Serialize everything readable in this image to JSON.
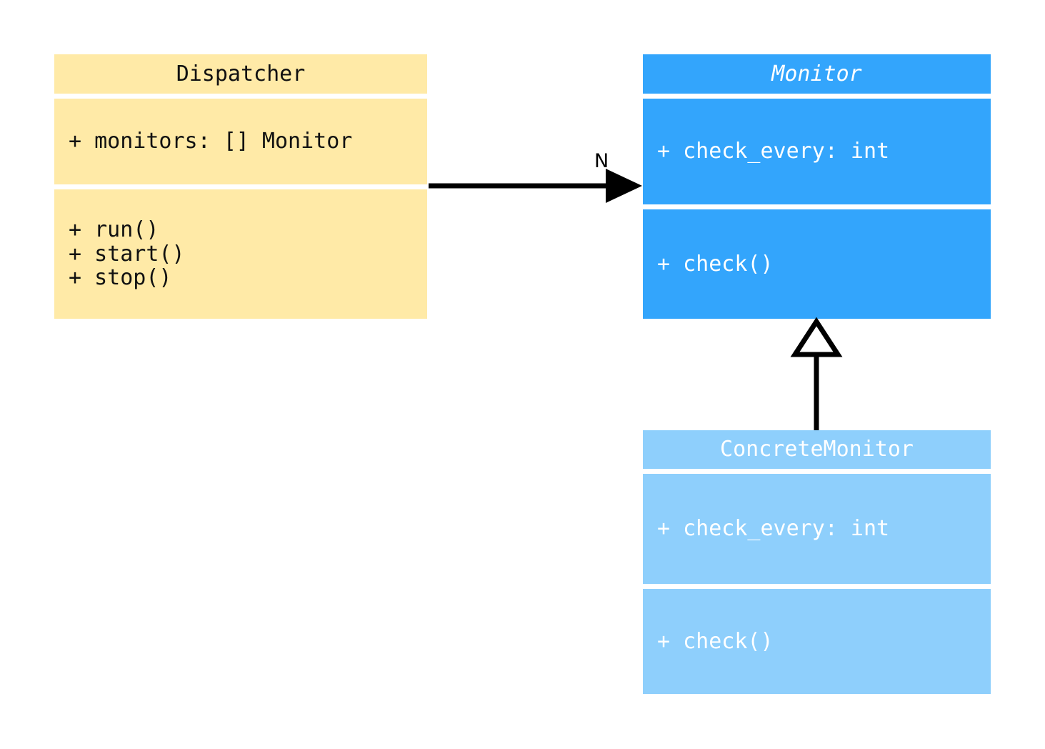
{
  "diagram": {
    "type": "uml-class-diagram",
    "background": "#ffffff"
  },
  "classes": [
    {
      "id": "dispatcher",
      "name": "Dispatcher",
      "abstract": false,
      "fill": "#ffeaa7",
      "text_color": "#111111",
      "attributes": [
        "+ monitors: [] Monitor"
      ],
      "operations": [
        "+ run()",
        "+ start()",
        "+ stop()"
      ]
    },
    {
      "id": "monitor",
      "name": "Monitor",
      "abstract": true,
      "fill": "#33a5fc",
      "text_color": "#ffffff",
      "attributes": [
        "+ check_every: int"
      ],
      "operations": [
        "+ check()"
      ]
    },
    {
      "id": "concretemonitor",
      "name": "ConcreteMonitor",
      "abstract": false,
      "fill": "#8ecffc",
      "text_color": "#ffffff",
      "attributes": [
        "+ check_every: int"
      ],
      "operations": [
        "+ check()"
      ]
    }
  ],
  "relationships": [
    {
      "id": "dispatcher-to-monitor",
      "kind": "association",
      "from": "Dispatcher",
      "to": "Monitor",
      "label": "N",
      "arrow": "filled-triangle",
      "line_color": "#000000"
    },
    {
      "id": "concretemonitor-to-monitor",
      "kind": "generalization",
      "from": "ConcreteMonitor",
      "to": "Monitor",
      "label": "",
      "arrow": "hollow-triangle",
      "line_color": "#000000"
    }
  ]
}
